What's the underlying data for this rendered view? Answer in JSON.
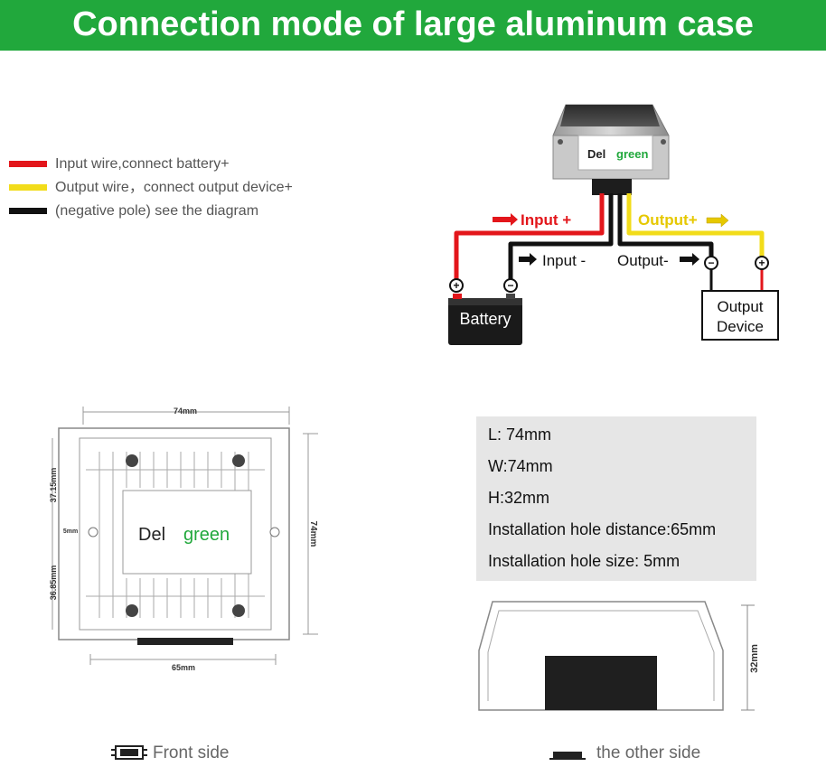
{
  "header": {
    "title": "Connection mode of large aluminum case",
    "background": "#21a83c"
  },
  "legend": {
    "items": [
      {
        "label": "Input wire,connect battery+",
        "color": "#e3161b"
      },
      {
        "label": "Output wire，connect  output device+",
        "color": "#f2dc1a"
      },
      {
        "label": "(negative pole) see the diagram",
        "color": "#111111"
      }
    ]
  },
  "wiring_diagram": {
    "brand": {
      "prefix": "Del",
      "suffix": "green"
    },
    "input_plus": "Input +",
    "output_plus": "Output+",
    "input_minus": "Input -",
    "output_minus": "Output-",
    "battery": "Battery",
    "output_device_line1": "Output",
    "output_device_line2": "Device",
    "plus_symbol": "+",
    "minus_symbol": "−"
  },
  "front_drawing": {
    "dim_width_top": "74mm",
    "dim_height_right": "74mm",
    "dim_bottom": "65mm",
    "dim_left_upper": "37.15mm",
    "dim_left_mid": "5mm",
    "dim_left_lower": "36.85mm",
    "brand": {
      "prefix": "Del",
      "suffix": "green"
    }
  },
  "specs": {
    "length": "L: 74mm",
    "width": "W:74mm",
    "height": "H:32mm",
    "hole_distance": "Installation hole distance:65mm",
    "hole_size": "Installation hole size: 5mm"
  },
  "side_drawing": {
    "dim_height": "32mm"
  },
  "captions": {
    "front": "Front side",
    "other": "the other side"
  },
  "colors": {
    "brand_green": "#21a83c",
    "wire_red": "#e3161b",
    "wire_yellow": "#f2dc1a",
    "wire_black": "#111111"
  }
}
